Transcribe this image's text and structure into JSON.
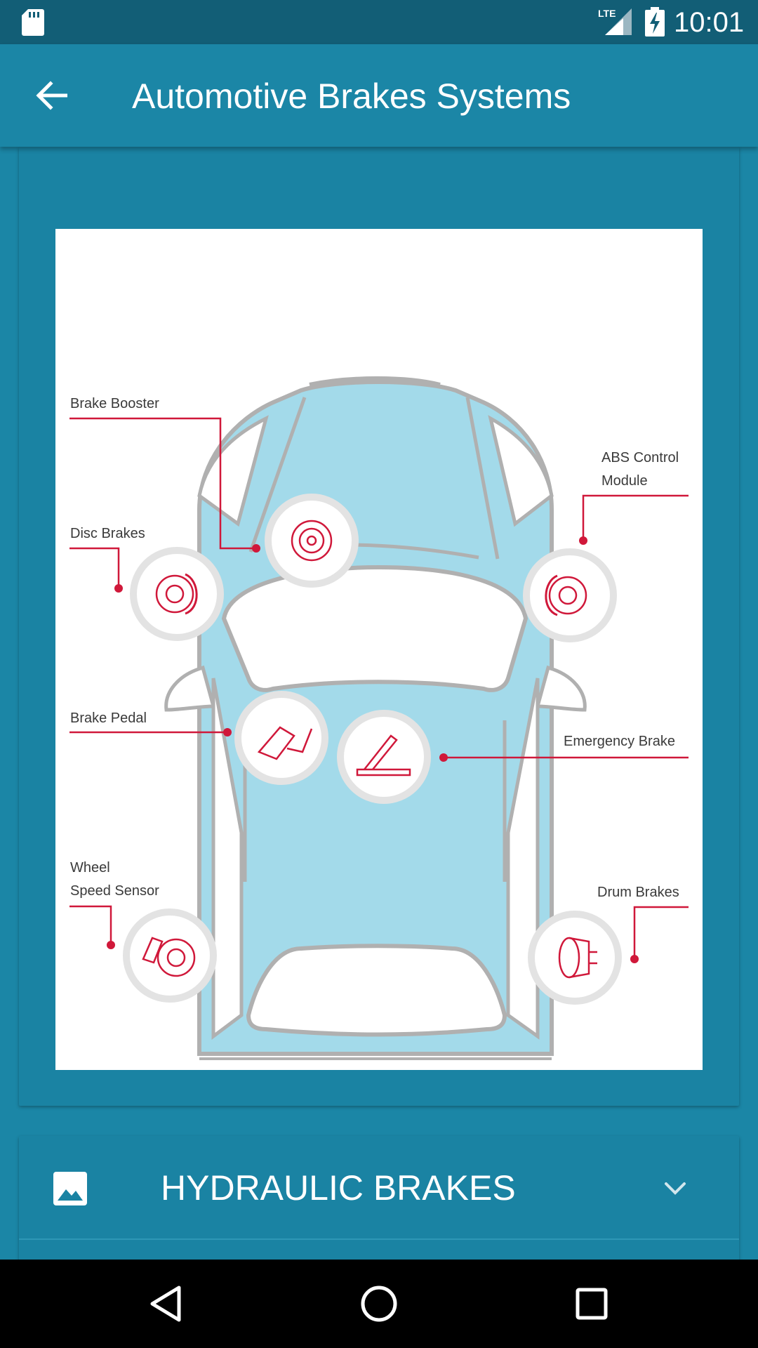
{
  "status_bar": {
    "time": "10:01",
    "network": "LTE",
    "icons": [
      "sd-card-icon",
      "signal-icon",
      "battery-charging-icon"
    ]
  },
  "app_bar": {
    "title": "Automotive Brakes Systems",
    "back_icon": "arrow-back-icon"
  },
  "diagram": {
    "labels": {
      "brake_booster": "Brake Booster",
      "abs_line1": "ABS Control",
      "abs_line2": "Module",
      "disc_brakes": "Disc Brakes",
      "brake_pedal": "Brake Pedal",
      "emergency_brake": "Emergency Brake",
      "wheel_line1": "Wheel",
      "wheel_line2": "Speed Sensor",
      "drum_brakes": "Drum Brakes"
    },
    "colors": {
      "car_fill": "#A3DAEA",
      "car_outline": "#B0B0B0",
      "callout": "#D0183A"
    }
  },
  "section": {
    "title": "HYDRAULIC BRAKES",
    "icon": "image-icon",
    "expand_icon": "chevron-down-icon"
  },
  "nav_bar": {
    "icons": [
      "back-triangle-icon",
      "home-circle-icon",
      "recents-square-icon"
    ]
  },
  "colors": {
    "primary": "#1B86A6",
    "status_bar": "#125E76",
    "nav_bar": "#000000"
  }
}
